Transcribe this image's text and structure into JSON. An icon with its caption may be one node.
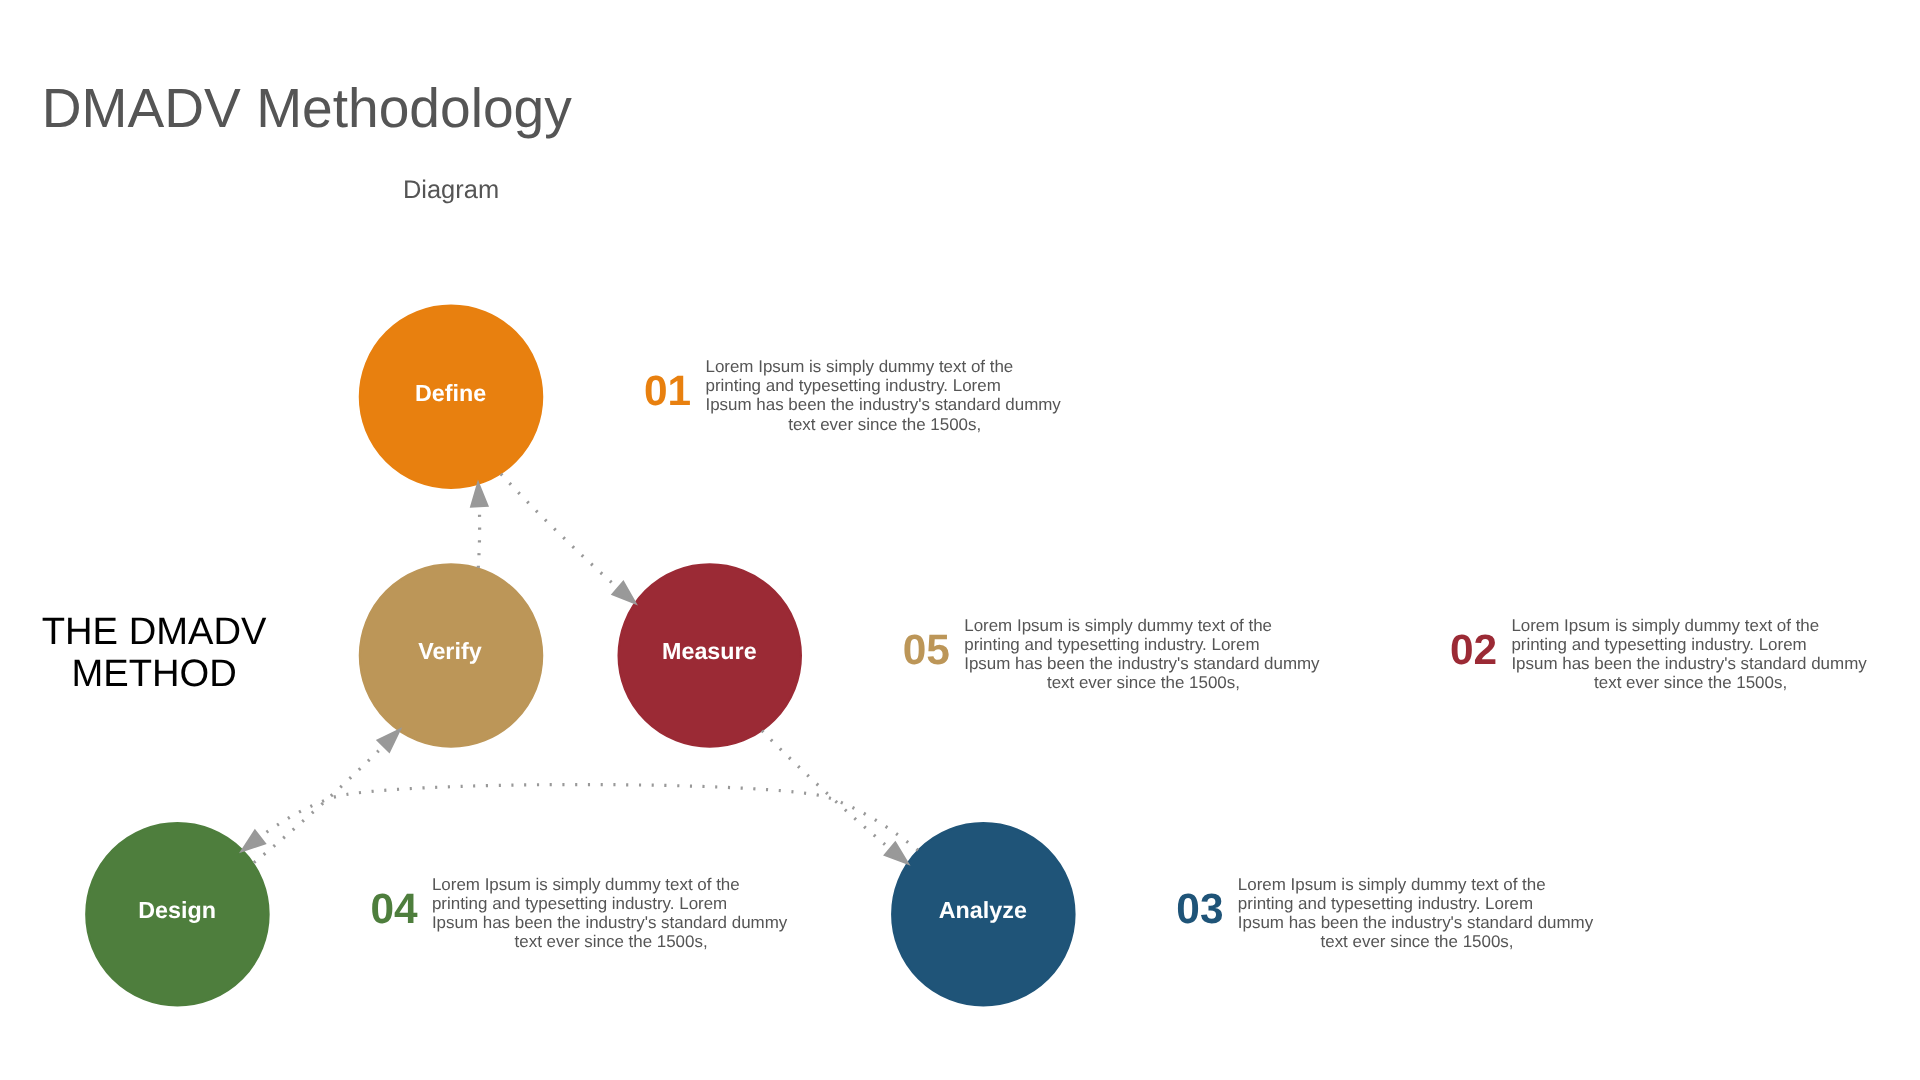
{
  "diagram": {
    "title": "DMADV Methodology",
    "nodes": [
      {
        "text": [
          "Define"
        ],
        "beside": [
          "01",
          "Lorem Ipsum is simply dummy text of the printing and typesetting industry. Lorem Ipsum has been the industry's standard dummy text ever since the 1500s,"
        ]
      },
      {
        "text": [
          "Measure"
        ],
        "beside": [
          "02",
          "Lorem Ipsum is simply dummy text of the printing and typesetting industry. Lorem Ipsum has been the industry's standard dummy text ever since the 1500s,"
        ]
      },
      {
        "text": [
          "Analyze"
        ],
        "beside": [
          "03",
          "Lorem Ipsum is simply dummy text of the printing and typesetting industry. Lorem Ipsum has been the industry's standard dummy text ever since the 1500s,"
        ]
      },
      {
        "text": [
          "Design"
        ],
        "beside": [
          "04",
          "Lorem Ipsum is simply dummy text of the printing and typesetting industry. Lorem Ipsum has been the industry's standard dummy text ever since the 1500s,"
        ]
      },
      {
        "text": [
          "Verify"
        ],
        "beside": [
          "05",
          "Lorem Ipsum is simply dummy text of the printing and typesetting industry. Lorem Ipsum has been the industry's standard dummy text ever since the 1500s,"
        ]
      }
    ],
    "edges": [
      {
        "from": 0,
        "to": 1,
        "arrow": "to",
        "style": "dashed"
      },
      {
        "from": 1,
        "to": 2,
        "arrow": "to",
        "style": "dashed"
      },
      {
        "from": 2,
        "to": 3,
        "arrow": "to",
        "style": "dashed"
      },
      {
        "from": 3,
        "to": 4,
        "arrow": "to",
        "style": "dashed"
      },
      {
        "from": 4,
        "to": 0,
        "arrow": "to",
        "style": "dashed"
      }
    ],
    "labels": [
      "Diagram",
      "THE DMADV METHOD"
    ]
  }
}
